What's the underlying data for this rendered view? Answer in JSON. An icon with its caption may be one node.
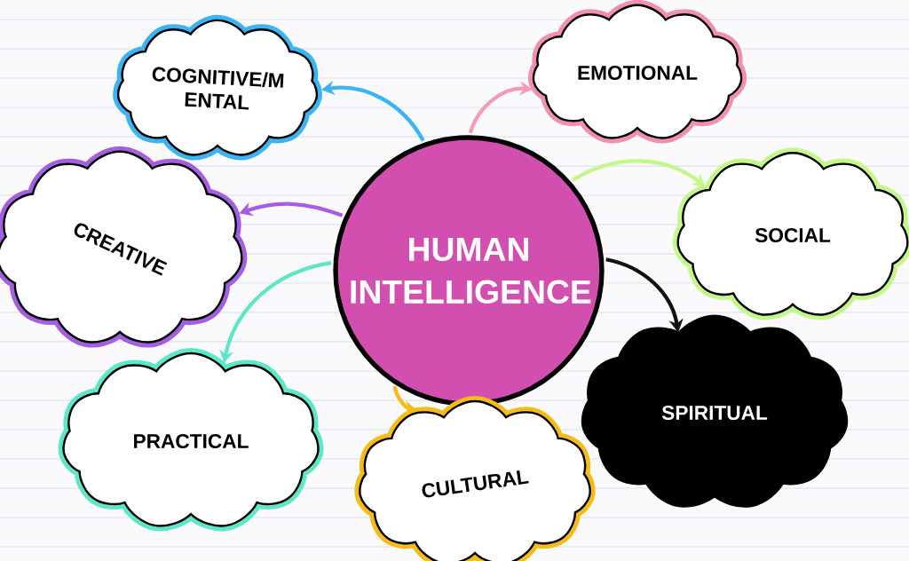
{
  "diagram": {
    "nodes": [
      {
        "text": [
          "HUMAN INTELLIGENCE"
        ]
      },
      {
        "text": [
          "COGNITIVE/M ENTAL"
        ]
      },
      {
        "text": [
          "EMOTIONAL"
        ]
      },
      {
        "text": [
          "CREATIVE"
        ]
      },
      {
        "text": [
          "SOCIAL"
        ]
      },
      {
        "text": [
          "PRACTICAL"
        ]
      },
      {
        "text": [
          "SPIRITUAL"
        ]
      },
      {
        "text": [
          "CULTURAL"
        ]
      }
    ],
    "edges": [
      {
        "from": 0,
        "to": 1,
        "arrow": "to",
        "color": "#3ab4f2"
      },
      {
        "from": 0,
        "to": 2,
        "arrow": "to",
        "color": "#f59ab8"
      },
      {
        "from": 0,
        "to": 3,
        "arrow": "to",
        "color": "#a45ee0"
      },
      {
        "from": 0,
        "to": 4,
        "arrow": "to",
        "color": "#c4f78a"
      },
      {
        "from": 0,
        "to": 5,
        "arrow": "to",
        "color": "#5ee6c8"
      },
      {
        "from": 0,
        "to": 6,
        "arrow": "to",
        "color": "#111111"
      },
      {
        "from": 0,
        "to": 7,
        "arrow": "to",
        "color": "#f5bb1a"
      }
    ]
  }
}
